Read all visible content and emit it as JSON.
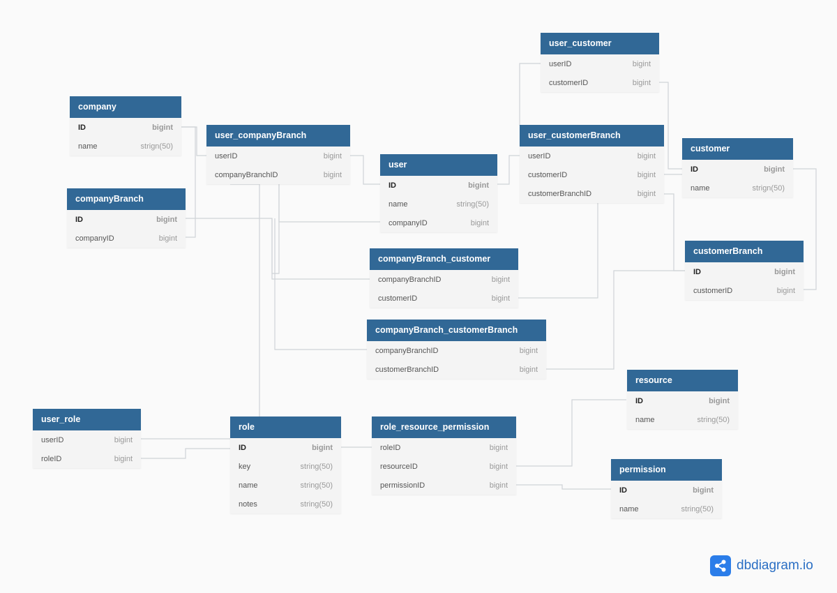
{
  "tables": [
    {
      "id": "company",
      "name": "company",
      "fields": [
        {
          "name": "ID",
          "type": "bigint",
          "pk": true
        },
        {
          "name": "name",
          "type": "strign(50)"
        }
      ]
    },
    {
      "id": "companyBranch",
      "name": "companyBranch",
      "fields": [
        {
          "name": "ID",
          "type": "bigint",
          "pk": true
        },
        {
          "name": "companyID",
          "type": "bigint"
        }
      ]
    },
    {
      "id": "user_companyBranch",
      "name": "user_companyBranch",
      "fields": [
        {
          "name": "userID",
          "type": "bigint"
        },
        {
          "name": "companyBranchID",
          "type": "bigint"
        }
      ]
    },
    {
      "id": "user",
      "name": "user",
      "fields": [
        {
          "name": "ID",
          "type": "bigint",
          "pk": true
        },
        {
          "name": "name",
          "type": "string(50)"
        },
        {
          "name": "companyID",
          "type": "bigint"
        }
      ]
    },
    {
      "id": "user_customer",
      "name": "user_customer",
      "fields": [
        {
          "name": "userID",
          "type": "bigint"
        },
        {
          "name": "customerID",
          "type": "bigint"
        }
      ]
    },
    {
      "id": "user_customerBranch",
      "name": "user_customerBranch",
      "fields": [
        {
          "name": "userID",
          "type": "bigint"
        },
        {
          "name": "customerID",
          "type": "bigint"
        },
        {
          "name": "customerBranchID",
          "type": "bigint"
        }
      ]
    },
    {
      "id": "customer",
      "name": "customer",
      "fields": [
        {
          "name": "ID",
          "type": "bigint",
          "pk": true
        },
        {
          "name": "name",
          "type": "strign(50)"
        }
      ]
    },
    {
      "id": "customerBranch",
      "name": "customerBranch",
      "fields": [
        {
          "name": "ID",
          "type": "bigint",
          "pk": true
        },
        {
          "name": "customerID",
          "type": "bigint"
        }
      ]
    },
    {
      "id": "companyBranch_customer",
      "name": "companyBranch_customer",
      "fields": [
        {
          "name": "companyBranchID",
          "type": "bigint"
        },
        {
          "name": "customerID",
          "type": "bigint"
        }
      ]
    },
    {
      "id": "companyBranch_customerBranch",
      "name": "companyBranch_customerBranch",
      "fields": [
        {
          "name": "companyBranchID",
          "type": "bigint"
        },
        {
          "name": "customerBranchID",
          "type": "bigint"
        }
      ]
    },
    {
      "id": "resource",
      "name": "resource",
      "fields": [
        {
          "name": "ID",
          "type": "bigint",
          "pk": true
        },
        {
          "name": "name",
          "type": "string(50)"
        }
      ]
    },
    {
      "id": "user_role",
      "name": "user_role",
      "fields": [
        {
          "name": "userID",
          "type": "bigint"
        },
        {
          "name": "roleID",
          "type": "bigint"
        }
      ]
    },
    {
      "id": "role",
      "name": "role",
      "fields": [
        {
          "name": "ID",
          "type": "bigint",
          "pk": true
        },
        {
          "name": "key",
          "type": "string(50)"
        },
        {
          "name": "name",
          "type": "string(50)"
        },
        {
          "name": "notes",
          "type": "string(50)"
        }
      ]
    },
    {
      "id": "role_resource_permission",
      "name": "role_resource_permission",
      "fields": [
        {
          "name": "roleID",
          "type": "bigint"
        },
        {
          "name": "resourceID",
          "type": "bigint"
        },
        {
          "name": "permissionID",
          "type": "bigint"
        }
      ]
    },
    {
      "id": "permission",
      "name": "permission",
      "fields": [
        {
          "name": "ID",
          "type": "bigint",
          "pk": true
        },
        {
          "name": "name",
          "type": "string(50)"
        }
      ]
    }
  ],
  "brand": {
    "text": "dbdiagram.io",
    "icon": "share-nodes-icon"
  },
  "colors": {
    "header": "#316896",
    "link": "#cfd3d7",
    "brand": "#2b7de9"
  }
}
